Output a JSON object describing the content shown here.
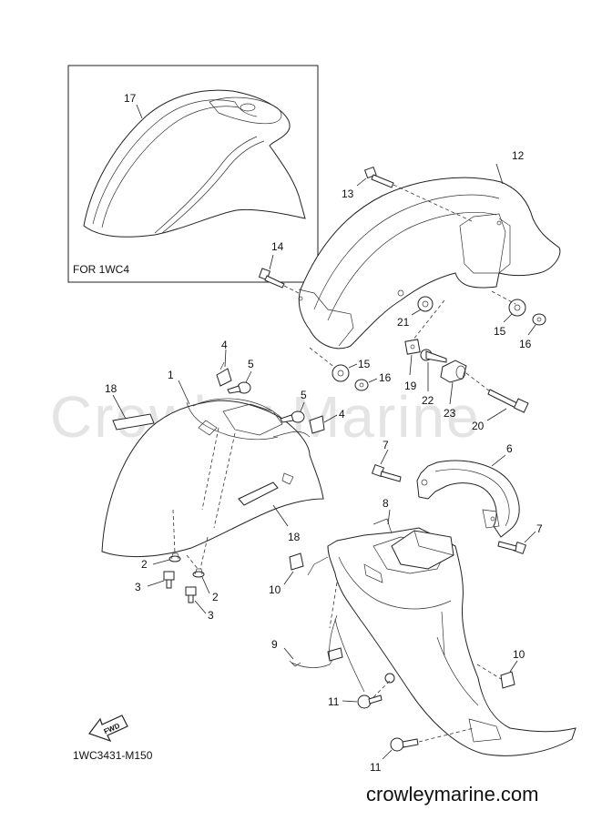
{
  "inset": {
    "label": "FOR 1WC4",
    "callout": "17"
  },
  "watermark": "Crowley Marine",
  "diagram_code": "1WC3431-M150",
  "site": "crowleymarine.com",
  "fwd_label": "FWD",
  "callouts": {
    "c1": "1",
    "c2a": "2",
    "c2b": "2",
    "c3a": "3",
    "c3b": "3",
    "c4a": "4",
    "c4b": "4",
    "c5a": "5",
    "c5b": "5",
    "c6": "6",
    "c7a": "7",
    "c7b": "7",
    "c8": "8",
    "c9": "9",
    "c10a": "10",
    "c10b": "10",
    "c11a": "11",
    "c11b": "11",
    "c12": "12",
    "c13": "13",
    "c14": "14",
    "c15a": "15",
    "c15b": "15",
    "c16a": "16",
    "c16b": "16",
    "c18a": "18",
    "c18b": "18",
    "c19": "19",
    "c20": "20",
    "c21": "21",
    "c22": "22",
    "c23": "23"
  }
}
